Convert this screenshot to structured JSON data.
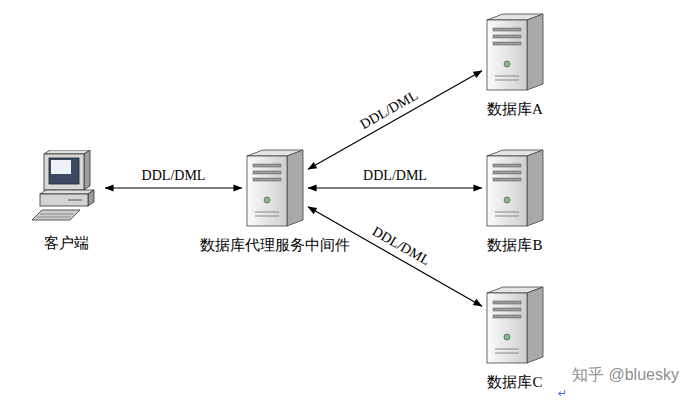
{
  "diagram": {
    "nodes": [
      {
        "text": [
          "客户端"
        ]
      },
      {
        "text": [
          "数据库代理服务中间件"
        ]
      },
      {
        "text": [
          "数据库A"
        ]
      },
      {
        "text": [
          "数据库B"
        ]
      },
      {
        "text": [
          "数据库C"
        ]
      }
    ],
    "edges": [
      {
        "from": 0,
        "to": 1,
        "arrow": "both",
        "label": "DDL/DML"
      },
      {
        "from": 1,
        "to": 2,
        "arrow": "both",
        "label": "DDL/DML"
      },
      {
        "from": 1,
        "to": 3,
        "arrow": "both",
        "label": "DDL/DML"
      },
      {
        "from": 1,
        "to": 4,
        "arrow": "both",
        "label": "DDL/DML"
      }
    ],
    "labels": [
      "知乎 @bluesky",
      "↵"
    ]
  }
}
